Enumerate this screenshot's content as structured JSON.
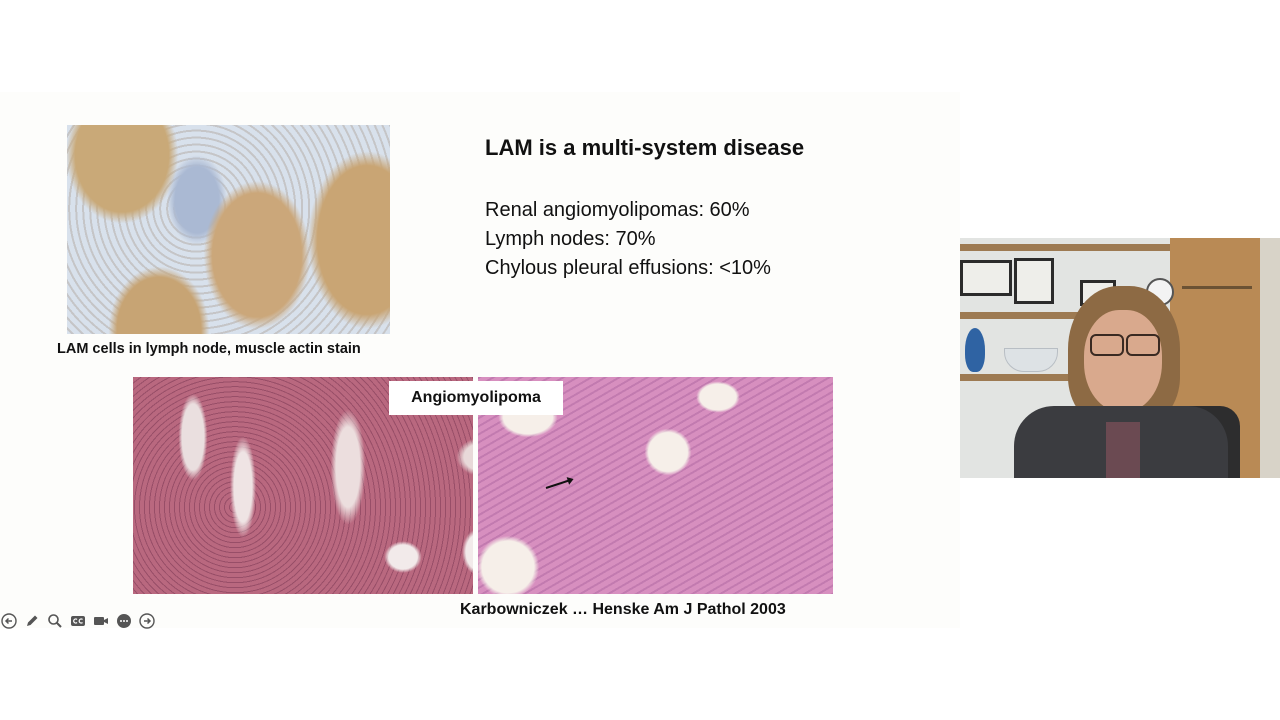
{
  "slide": {
    "title": "LAM is a multi-system disease",
    "stats": [
      "Renal angiomyolipomas: 60%",
      "Lymph nodes: 70%",
      "Chylous pleural effusions: <10%"
    ],
    "caption_lam": "LAM cells in lymph node, muscle actin stain",
    "label_angiomyolipoma": "Angiomyolipoma",
    "citation": "Karbowniczek … Henske Am J Pathol 2003"
  },
  "toolbar": {
    "buttons": [
      {
        "icon": "arrow-left-icon"
      },
      {
        "icon": "pen-icon"
      },
      {
        "icon": "zoom-icon"
      },
      {
        "icon": "cc-icon"
      },
      {
        "icon": "camera-icon"
      },
      {
        "icon": "more-icon"
      },
      {
        "icon": "arrow-right-icon"
      }
    ]
  },
  "colors": {
    "toolbar_icon": "#555555",
    "text": "#111111"
  }
}
